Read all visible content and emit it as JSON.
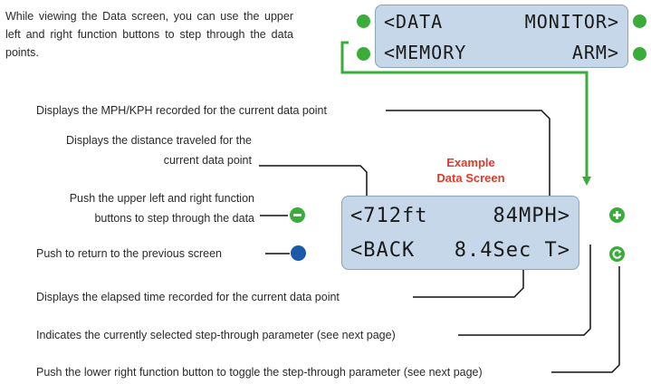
{
  "intro_text": "While viewing the Data screen, you can use the upper left and right function buttons to step through the data points.",
  "top_display": {
    "row1_left": "<DATA",
    "row1_right": "MONITOR>",
    "row2_left": "<MEMORY",
    "row2_right": "ARM>"
  },
  "example_title_line1": "Example",
  "example_title_line2": "Data Screen",
  "data_display": {
    "row1_left": "<712ft",
    "row1_right": "84MPH>",
    "row2_left": "<BACK",
    "row2_right": "8.4Sec T>"
  },
  "annotations": {
    "mph": "Displays the MPH/KPH recorded for the current data point",
    "distance_line1": "Displays the distance traveled for the",
    "distance_line2": "current data point",
    "step_line1": "Push the upper left and right function",
    "step_line2": "buttons to step through the data",
    "back": "Push to return to the previous screen",
    "elapsed": "Displays the elapsed time recorded for the current data point",
    "indicator": "Indicates the currently selected step-through parameter (see next page)",
    "toggle": "Push the lower right function button to toggle the step-through parameter (see next page)"
  },
  "icons": {
    "minus_button": "minus-icon",
    "plus_button": "plus-icon",
    "back_button": "circle-button-icon",
    "toggle_button": "refresh-icon"
  },
  "colors": {
    "lcd_background": "#c5d7e8",
    "button_green": "#3aac3a",
    "button_blue": "#1a5aa8",
    "accent_red": "#e03a2a"
  }
}
